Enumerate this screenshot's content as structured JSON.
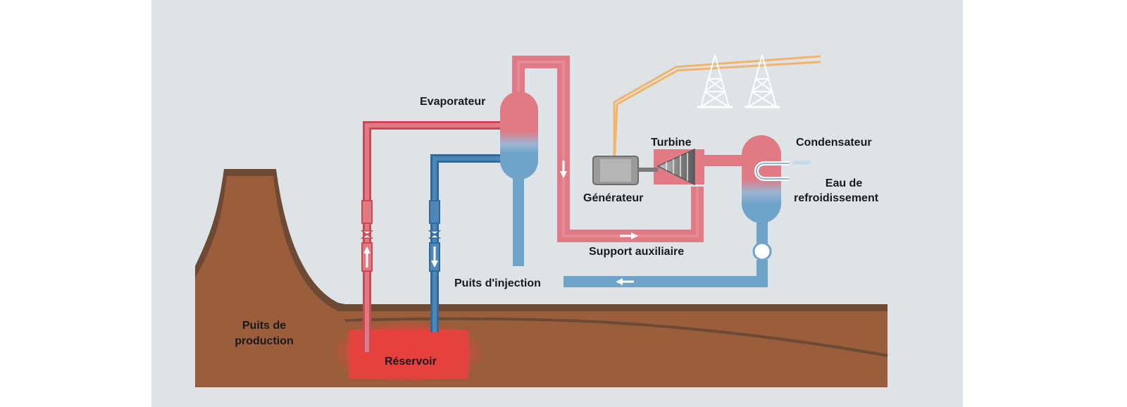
{
  "labels": {
    "evaporateur": "Evaporateur",
    "turbine": "Turbine",
    "condensateur": "Condensateur",
    "generateur": "Générateur",
    "eau_de": "Eau de",
    "refroidissement": "refroidissement",
    "support_auxiliaire": "Support auxiliaire",
    "puits_injection": "Puits d'injection",
    "puits_de": "Puits de",
    "production": "production",
    "reservoir": "Réservoir"
  },
  "colors": {
    "panel_bg": "#dde3e6",
    "hot_fluid": "#e07a85",
    "cold_fluid": "#6fa3c8",
    "hot_pipe": "#c94a55",
    "cold_pipe": "#2f6a9c",
    "ground": "#9a5e3c",
    "ground_dark": "#6e4a35",
    "reservoir": "#e8413f",
    "power_line": "#f2b46b",
    "generator": "#9a9a9a"
  }
}
